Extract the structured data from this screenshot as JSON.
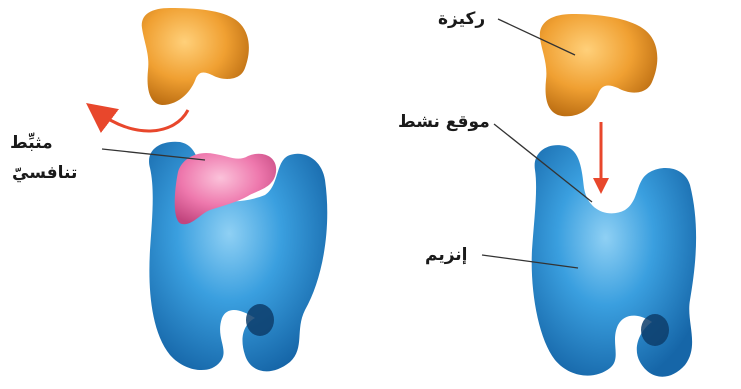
{
  "labels": {
    "substrate": "ركيزة",
    "active_site": "موقع نشط",
    "enzyme": "إنزيم",
    "inhibitor_line1": "مثبِّط",
    "inhibitor_line2": "تنافسيّ"
  },
  "colors": {
    "enzyme": "#2f95d8",
    "substrate": "#e89a2a",
    "inhibitor": "#e4609a",
    "arrow": "#e8472c",
    "pointer_line": "#333333"
  }
}
